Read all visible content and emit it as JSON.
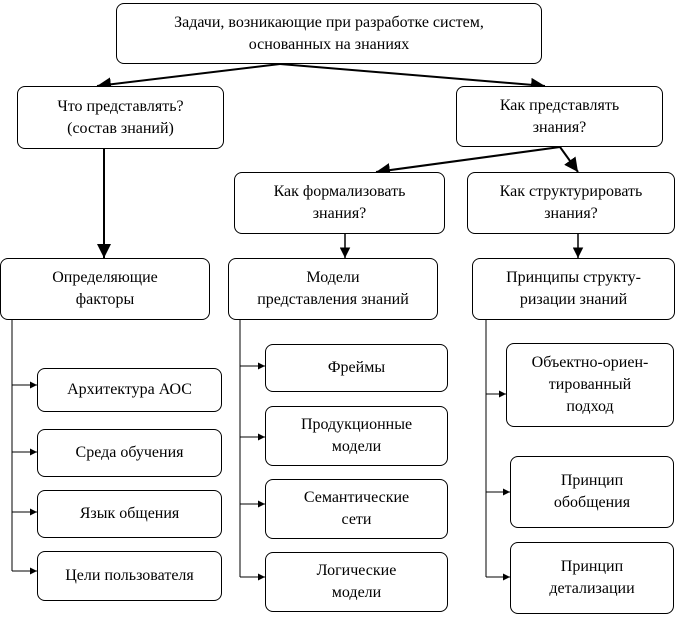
{
  "root": "Задачи, возникающие при разработке систем,\nоснованных на знаниях",
  "what": "Что представлять?\n(состав знаний)",
  "how": "Как представлять\nзнания?",
  "formalize": "Как формализовать\nзнания?",
  "structure": "Как  структурировать\nзнания?",
  "col1": {
    "head": "Определяющие\nфакторы",
    "items": [
      "Архитектура АОС",
      "Среда обучения",
      "Язык общения",
      "Цели пользователя"
    ]
  },
  "col2": {
    "head": "Модели\nпредставления знаний",
    "items": [
      "Фреймы",
      "Продукционные\nмодели",
      "Семантические\nсети",
      "Логические\nмодели"
    ]
  },
  "col3": {
    "head": "Принципы  структу-\nризации знаний",
    "items": [
      "Объектно-ориен-\nтированный\nподход",
      "Принцип\nобобщения",
      "Принцип\nдетализации"
    ]
  }
}
